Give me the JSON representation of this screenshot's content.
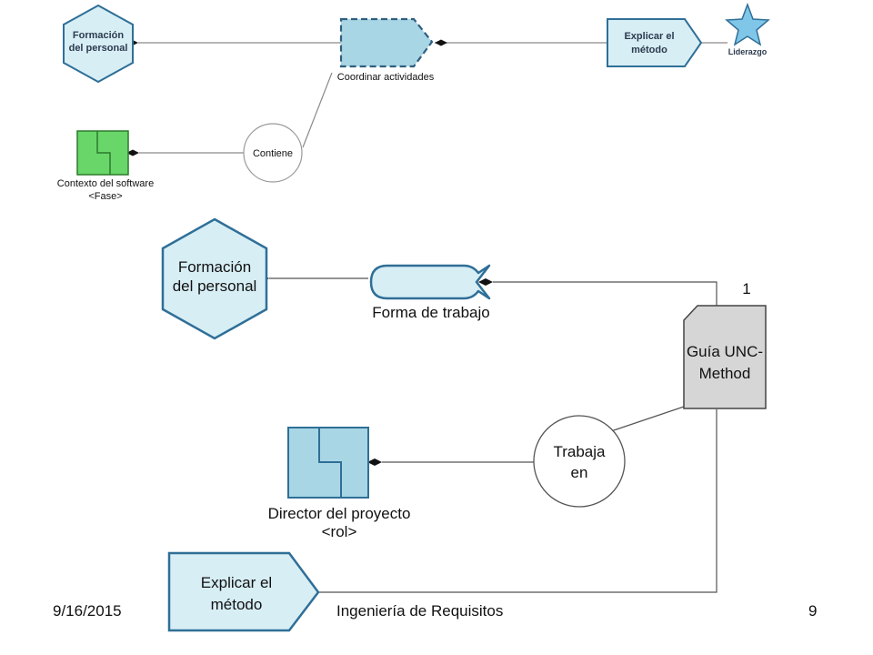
{
  "top": {
    "formacion": [
      "Formación",
      "del personal"
    ],
    "coordinar": "Coordinar actividades",
    "explicar": [
      "Explicar el",
      "método"
    ],
    "liderazgo": "Liderazgo",
    "contexto": [
      "Contexto del software",
      "<Fase>"
    ],
    "contiene": "Contiene"
  },
  "bottom": {
    "formacion": [
      "Formación",
      "del personal"
    ],
    "forma": "Forma de trabajo",
    "multiplicity": "1",
    "guia": [
      "Guía UNC-",
      "Method"
    ],
    "trabaja": [
      "Trabaja",
      "en"
    ],
    "director": [
      "Director del proyecto",
      "<rol>"
    ],
    "explicar": [
      "Explicar el",
      "método"
    ]
  },
  "footer": {
    "date": "9/16/2015",
    "title": "Ingeniería de Requisitos",
    "page": "9"
  },
  "colors": {
    "light_blue_fill": "#d7eef5",
    "blue_stroke": "#2f6f97",
    "coordinar_fill": "#a9d6e5",
    "green_fill": "#69d66a",
    "green_stroke": "#2a7a2a",
    "gray_fill": "#d6d6d6",
    "star_fill": "#7fc6e8"
  }
}
